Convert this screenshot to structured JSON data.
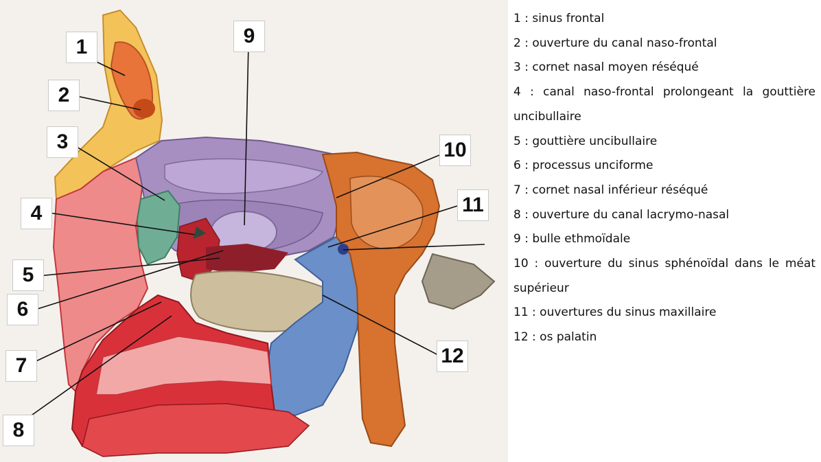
{
  "figure": {
    "labels": [
      "1",
      "2",
      "3",
      "4",
      "5",
      "6",
      "7",
      "8",
      "9",
      "10",
      "11",
      "12"
    ]
  },
  "legend": {
    "items": [
      "1 : sinus frontal",
      "2 : ouverture du canal naso-frontal",
      "3 : cornet nasal moyen réséqué",
      "4 : canal naso-frontal prolongeant la gouttière uncibullaire",
      "5 : gouttière uncibullaire",
      "6 : processus unciforme",
      "7 : cornet nasal inférieur réséqué",
      "8 : ouverture du canal lacrymo-nasal",
      "9 : bulle ethmoïdale",
      "10 : ouverture du sinus sphénoïdal dans le méat supérieur",
      "11 : ouvertures du sinus maxillaire",
      "12 : os palatin"
    ]
  },
  "colors": {
    "bone_yellow": "#f3c35a",
    "frontal_sinus": "#e8743a",
    "ethmoid_purple": "#a78fc2",
    "cartilage_green": "#6fae95",
    "maxilla_red": "#d9313a",
    "maxilla_pink": "#ef8a8a",
    "palatine_blue": "#6b8fc8",
    "sphenoid_orange": "#d7722f",
    "turbinate_beige": "#cdbf9d",
    "vomer_grey": "#a59c8a"
  }
}
